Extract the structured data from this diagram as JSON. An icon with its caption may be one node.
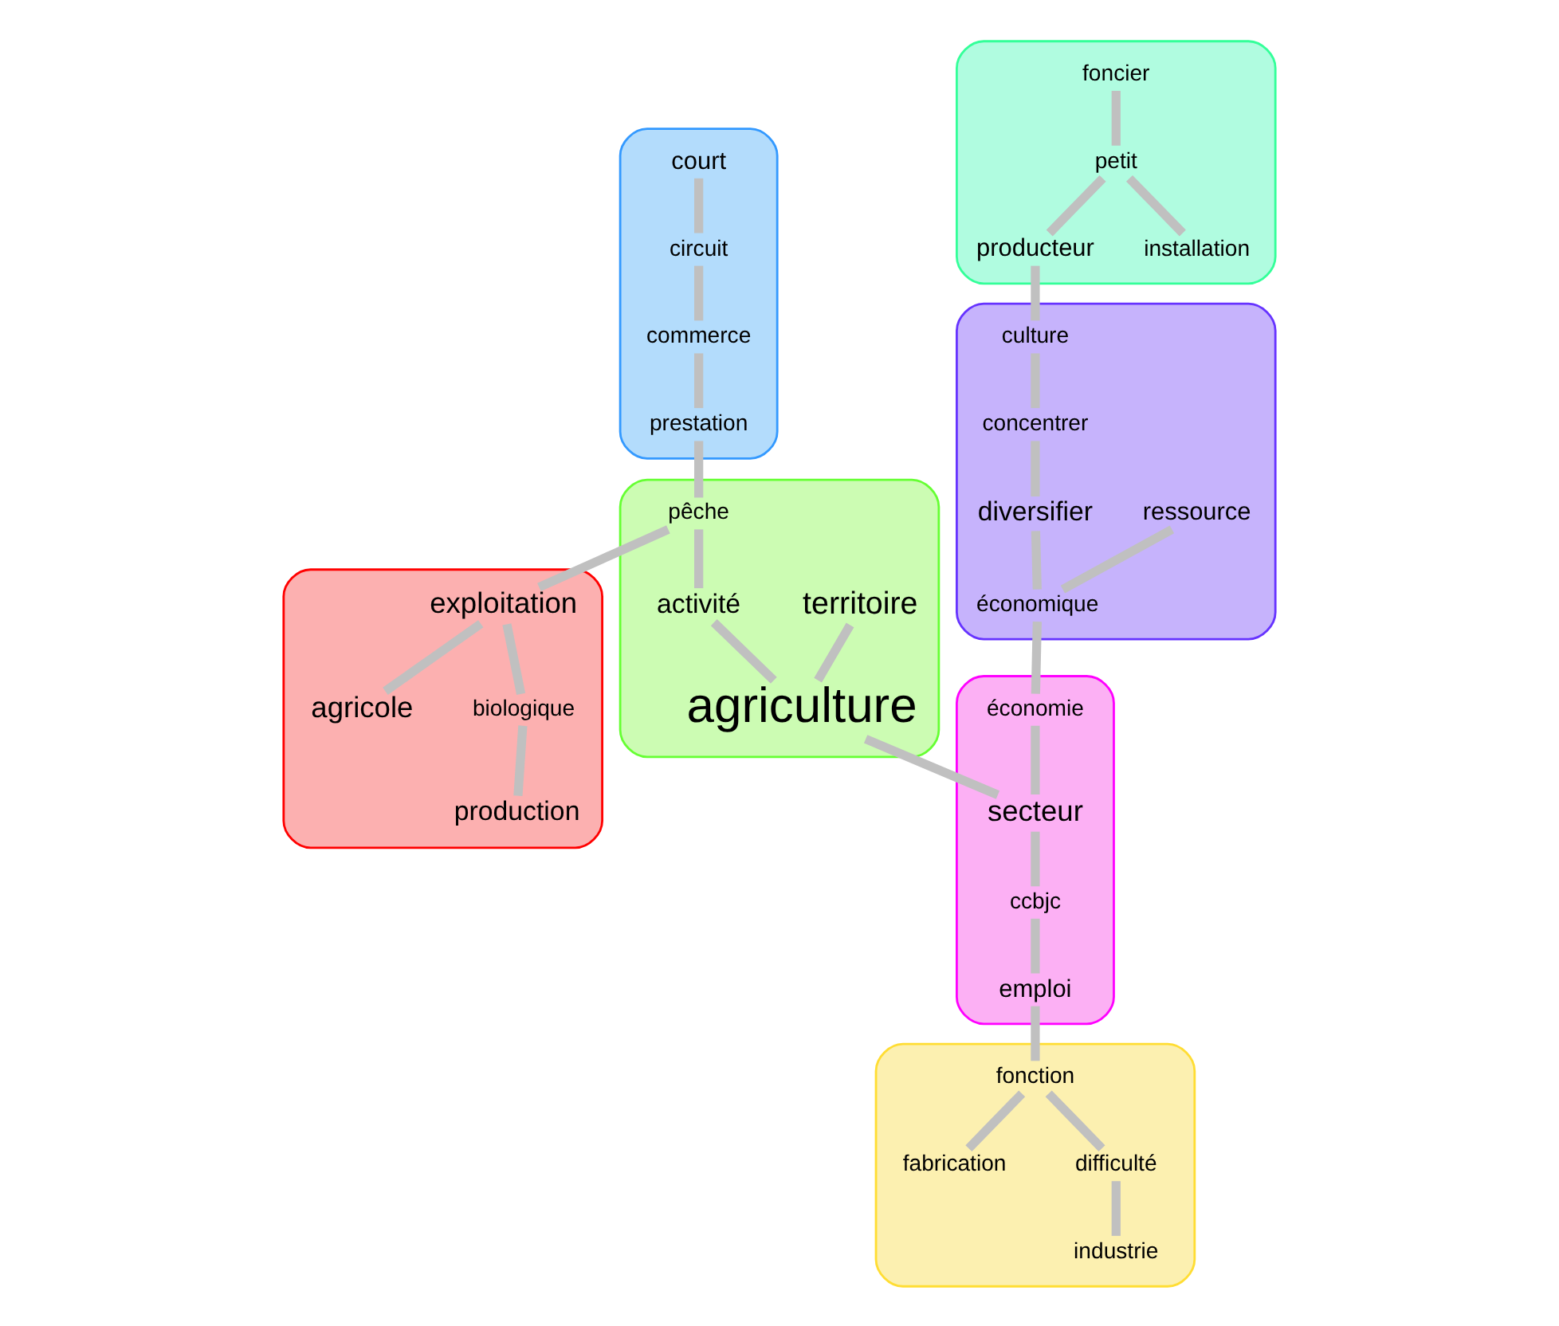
{
  "diagram": {
    "nodes": [
      {
        "text": [],
        "shape": "cloud"
      },
      {
        "text": [
          "court"
        ],
        "in": 0
      },
      {
        "text": [
          "circuit"
        ],
        "in": 0
      },
      {
        "text": [
          "commerce"
        ],
        "in": 0
      },
      {
        "text": [
          "prestation"
        ],
        "in": 0
      },
      {
        "text": [],
        "shape": "cloud"
      },
      {
        "text": [
          "territoire"
        ],
        "in": 5
      },
      {
        "text": [
          "pêche"
        ],
        "in": 5
      },
      {
        "text": [
          "activité"
        ],
        "in": 5
      },
      {
        "text": [
          "agriculture"
        ],
        "in": 5
      },
      {
        "text": [],
        "shape": "cloud"
      },
      {
        "text": [
          "agricole"
        ],
        "in": 10
      },
      {
        "text": [
          "exploitation"
        ],
        "in": 10
      },
      {
        "text": [
          "biologique"
        ],
        "in": 10
      },
      {
        "text": [
          "production"
        ],
        "in": 10
      },
      {
        "text": [],
        "shape": "cloud"
      },
      {
        "text": [
          "foncier"
        ],
        "in": 15
      },
      {
        "text": [
          "petit"
        ],
        "in": 15
      },
      {
        "text": [
          "producteur"
        ],
        "in": 15
      },
      {
        "text": [
          "installation"
        ],
        "in": 15
      },
      {
        "text": [],
        "shape": "cloud"
      },
      {
        "text": [
          "ressource"
        ],
        "in": 20
      },
      {
        "text": [
          "culture"
        ],
        "in": 20
      },
      {
        "text": [
          "économique"
        ],
        "in": 20
      },
      {
        "text": [
          "concentrer"
        ],
        "in": 20
      },
      {
        "text": [
          "diversifier"
        ],
        "in": 20
      },
      {
        "text": [],
        "shape": "cloud"
      },
      {
        "text": [
          "économie"
        ],
        "in": 26
      },
      {
        "text": [
          "secteur"
        ],
        "in": 26
      },
      {
        "text": [
          "ccbjc"
        ],
        "in": 26
      },
      {
        "text": [
          "emploi"
        ],
        "in": 26
      },
      {
        "text": [],
        "shape": "cloud"
      },
      {
        "text": [
          "fonction"
        ],
        "in": 31
      },
      {
        "text": [
          "fabrication"
        ],
        "in": 31
      },
      {
        "text": [
          "difficulté"
        ],
        "in": 31
      },
      {
        "text": [
          "industrie"
        ],
        "in": 31
      }
    ],
    "edges": [
      {
        "from": 1,
        "to": 2,
        "arrow": "none"
      },
      {
        "from": 2,
        "to": 3,
        "arrow": "none"
      },
      {
        "from": 3,
        "to": 4,
        "arrow": "none"
      },
      {
        "from": 4,
        "to": 7,
        "arrow": "none"
      },
      {
        "from": 7,
        "to": 8,
        "arrow": "none"
      },
      {
        "from": 8,
        "to": 9,
        "arrow": "none"
      },
      {
        "from": 6,
        "to": 9,
        "arrow": "none"
      },
      {
        "from": 7,
        "to": 12,
        "arrow": "none"
      },
      {
        "from": 12,
        "to": 11,
        "arrow": "none"
      },
      {
        "from": 12,
        "to": 13,
        "arrow": "none"
      },
      {
        "from": 13,
        "to": 14,
        "arrow": "none"
      },
      {
        "from": 16,
        "to": 17,
        "arrow": "none"
      },
      {
        "from": 17,
        "to": 19,
        "arrow": "none"
      },
      {
        "from": 17,
        "to": 18,
        "arrow": "none"
      },
      {
        "from": 18,
        "to": 22,
        "arrow": "none"
      },
      {
        "from": 22,
        "to": 24,
        "arrow": "none"
      },
      {
        "from": 24,
        "to": 25,
        "arrow": "none"
      },
      {
        "from": 25,
        "to": 23,
        "arrow": "none"
      },
      {
        "from": 21,
        "to": 23,
        "arrow": "none"
      },
      {
        "from": 23,
        "to": 27,
        "arrow": "none"
      },
      {
        "from": 27,
        "to": 28,
        "arrow": "none"
      },
      {
        "from": 9,
        "to": 28,
        "arrow": "none"
      },
      {
        "from": 28,
        "to": 29,
        "arrow": "none"
      },
      {
        "from": 29,
        "to": 30,
        "arrow": "none"
      },
      {
        "from": 30,
        "to": 32,
        "arrow": "none"
      },
      {
        "from": 32,
        "to": 33,
        "arrow": "none"
      },
      {
        "from": 32,
        "to": 34,
        "arrow": "none"
      },
      {
        "from": 34,
        "to": 35,
        "arrow": "none"
      }
    ]
  }
}
